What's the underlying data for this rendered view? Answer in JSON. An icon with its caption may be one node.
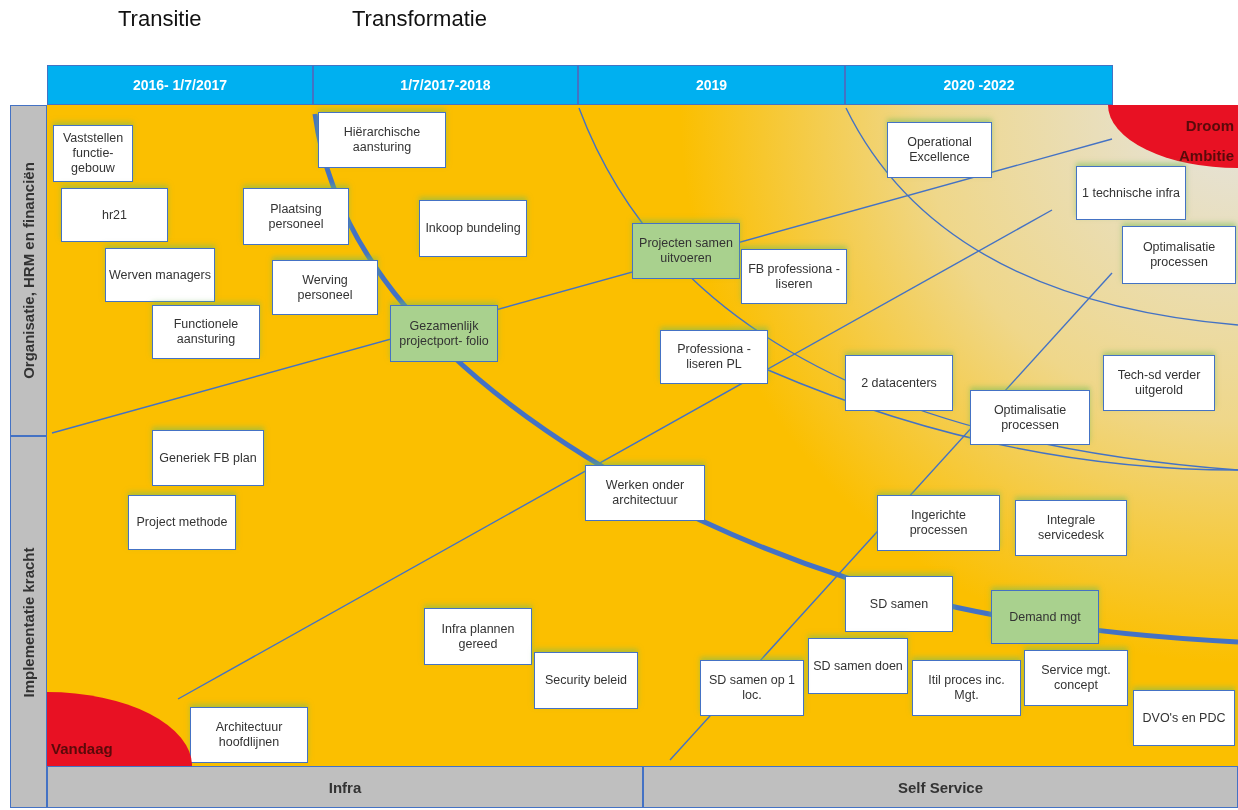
{
  "diagram": {
    "nodes": [
      {
        "text": [
          "2016- 1/7/2017"
        ]
      },
      {
        "text": [
          "1/7/2017-2018"
        ]
      },
      {
        "text": [
          "2019"
        ]
      },
      {
        "text": [
          "2020 -2022"
        ]
      },
      {
        "text": [
          "Organisatie, HRM en financiën"
        ]
      },
      {
        "text": [
          "Droom Ambitie"
        ]
      },
      {
        "text": [
          "Hiërarchische aansturing"
        ]
      },
      {
        "text": [
          "Operational Excellence"
        ]
      },
      {
        "text": [
          "Vaststellen functie- gebouw"
        ]
      },
      {
        "text": [
          "1 technische infra"
        ]
      },
      {
        "text": [
          "hr21"
        ]
      },
      {
        "text": [
          "Plaatsing personeel"
        ]
      },
      {
        "text": [
          "Inkoop bundeling"
        ]
      },
      {
        "text": [
          "Projecten samen uitvoeren"
        ]
      },
      {
        "text": [
          "Optimalisatie processen"
        ]
      },
      {
        "text": [
          "Werven managers"
        ]
      },
      {
        "text": [
          "FB professiona -liseren"
        ]
      },
      {
        "text": [
          "Werving personeel"
        ]
      },
      {
        "text": [
          "Functionele aansturing"
        ]
      },
      {
        "text": [
          "Gezamenlijk projectport- folio"
        ]
      },
      {
        "text": [
          "Professiona -liseren PL"
        ]
      },
      {
        "text": [
          "2 datacenters"
        ]
      },
      {
        "text": [
          "Tech-sd verder uitgerold"
        ]
      },
      {
        "text": [
          "Optimalisatie processen"
        ]
      },
      {
        "text": [
          "Implementatie kracht"
        ]
      },
      {
        "text": [
          "Generiek FB plan"
        ]
      },
      {
        "text": [
          "Werken onder architectuur"
        ]
      },
      {
        "text": [
          "Project methode"
        ]
      },
      {
        "text": [
          "Ingerichte processen"
        ]
      },
      {
        "text": [
          "Integrale servicedesk"
        ]
      },
      {
        "text": [
          "SD samen"
        ]
      },
      {
        "text": [
          "Demand mgt"
        ]
      },
      {
        "text": [
          "Infra plannen gereed"
        ]
      },
      {
        "text": [
          "SD samen doen"
        ]
      },
      {
        "text": [
          "Service mgt. concept"
        ]
      },
      {
        "text": [
          "Security beleid"
        ]
      },
      {
        "text": [
          "SD samen op 1 loc."
        ]
      },
      {
        "text": [
          "Itil proces inc. Mgt."
        ]
      },
      {
        "text": [
          "DVO's en PDC"
        ]
      },
      {
        "text": [
          "Architectuur hoofdlijnen"
        ]
      },
      {
        "text": [
          "Vandaag"
        ]
      },
      {
        "text": [
          "Infra"
        ]
      },
      {
        "text": [
          "Self Service"
        ]
      }
    ],
    "labels": [
      "Transitie",
      "Transformatie"
    ]
  }
}
